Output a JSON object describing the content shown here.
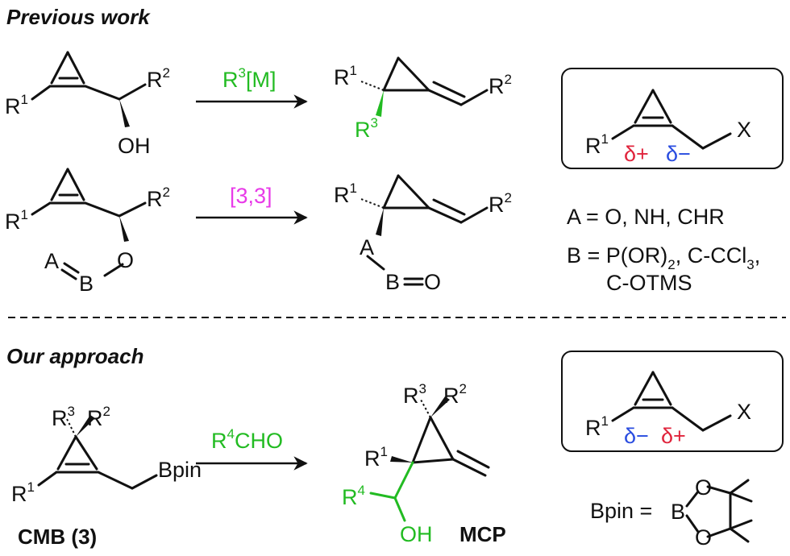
{
  "headings": {
    "previous": "Previous work",
    "ours": "Our approach"
  },
  "reagents": {
    "r1": "R3[M]",
    "r2": "[3,3]",
    "r3": "R4CHO"
  },
  "conditions": {
    "a_line": "A = O, NH, CHR",
    "b_line1": "B = P(OR)2, C-CCl3,",
    "b_line2": "C-OTMS"
  },
  "compound_labels": {
    "cmb": "CMB (3)",
    "mcp": "MCP"
  },
  "atoms": {
    "r": "R",
    "oh": "OH",
    "o": "O",
    "a": "A",
    "b": "B",
    "x": "X",
    "bpin": "Bpin",
    "bpin_eq": "Bpin =",
    "delta_plus": "δ+",
    "delta_minus": "δ−",
    "s1": "1",
    "s2": "2",
    "s3": "3",
    "s4": "4"
  },
  "colors": {
    "green": "#22bb22",
    "magenta": "#e83ae8",
    "red": "#e0243c",
    "blue": "#2a4de0"
  }
}
